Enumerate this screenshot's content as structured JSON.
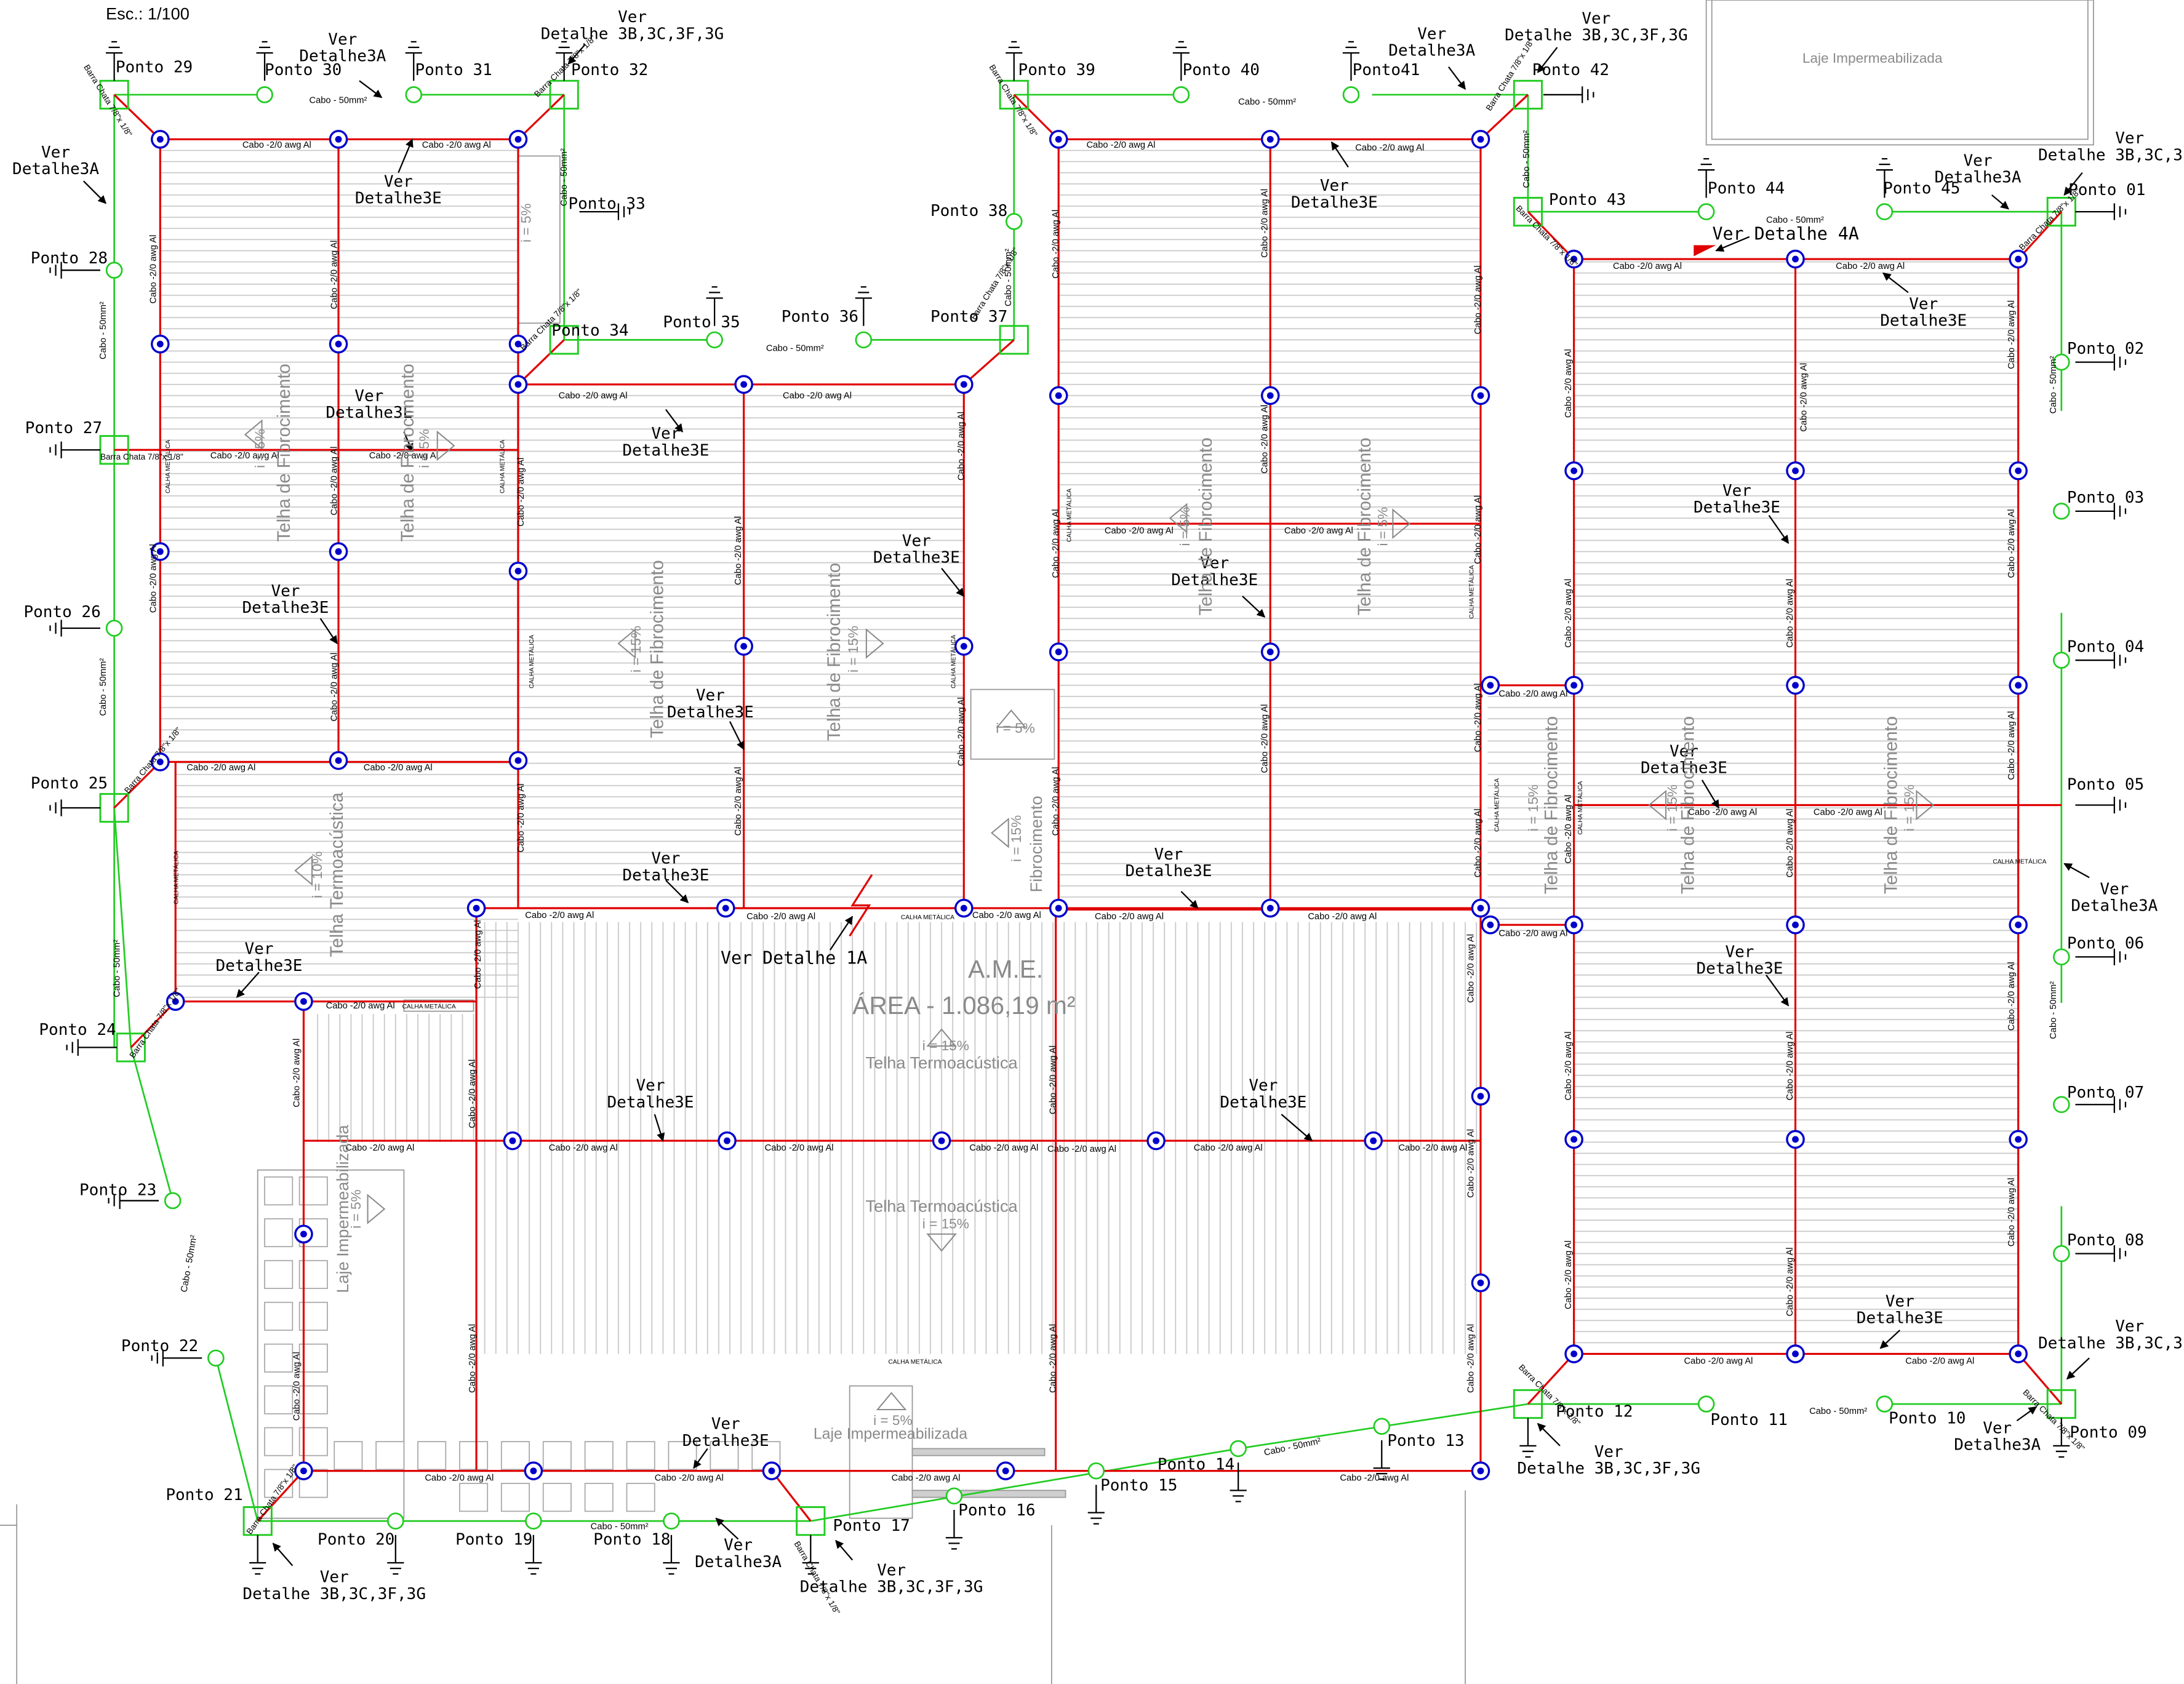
{
  "scale_label": "Esc.: 1/100",
  "building": {
    "name": "A.M.E.",
    "area": "ÁREA - 1.086,19 m²"
  },
  "colors": {
    "cable": "#e00000",
    "ground": "#22cc22",
    "node": "#0000cc",
    "roof_hatch": "#c8c8c8",
    "text": "#000000"
  },
  "labels": {
    "cable_red": "Cabo -2/0 awg Al",
    "cable_green": "Cabo - 50mm²",
    "barra": "Barra Chata 7/8\"x 1/8\"",
    "ver_3e": "Ver Detalhe3E",
    "ver_3a": "Ver Detalhe3A",
    "ver_3bcfg": "Ver Detalhe 3B,3C,3F,3G",
    "ver_1a": "Ver Detalhe 1A",
    "ver_4a": "Ver Detalhe 4A",
    "calha": "CALHA METÁLICA",
    "laje": "Laje Impermeabilizada",
    "telha_fibro": "Telha de Fibrocimento",
    "fibro": "Fibrocimento",
    "telha_termo": "Telha Termoacústica",
    "slope_5": "i = 5%",
    "slope_10": "i = 10%",
    "slope_15": "i = 15%"
  },
  "pontos": [
    "Ponto 01",
    "Ponto 02",
    "Ponto 03",
    "Ponto 04",
    "Ponto 05",
    "Ponto 06",
    "Ponto 07",
    "Ponto 08",
    "Ponto 09",
    "Ponto 10",
    "Ponto 11",
    "Ponto 12",
    "Ponto 13",
    "Ponto 14",
    "Ponto 15",
    "Ponto 16",
    "Ponto 17",
    "Ponto 18",
    "Ponto 19",
    "Ponto 20",
    "Ponto 21",
    "Ponto 22",
    "Ponto 23",
    "Ponto 24",
    "Ponto 25",
    "Ponto 26",
    "Ponto 27",
    "Ponto 28",
    "Ponto 29",
    "Ponto 30",
    "Ponto 31",
    "Ponto 32",
    "Ponto 33",
    "Ponto 34",
    "Ponto 35",
    "Ponto 36",
    "Ponto 37",
    "Ponto 38",
    "Ponto 39",
    "Ponto 40",
    "Ponto41",
    "Ponto 42",
    "Ponto 43",
    "Ponto 44",
    "Ponto 45"
  ]
}
